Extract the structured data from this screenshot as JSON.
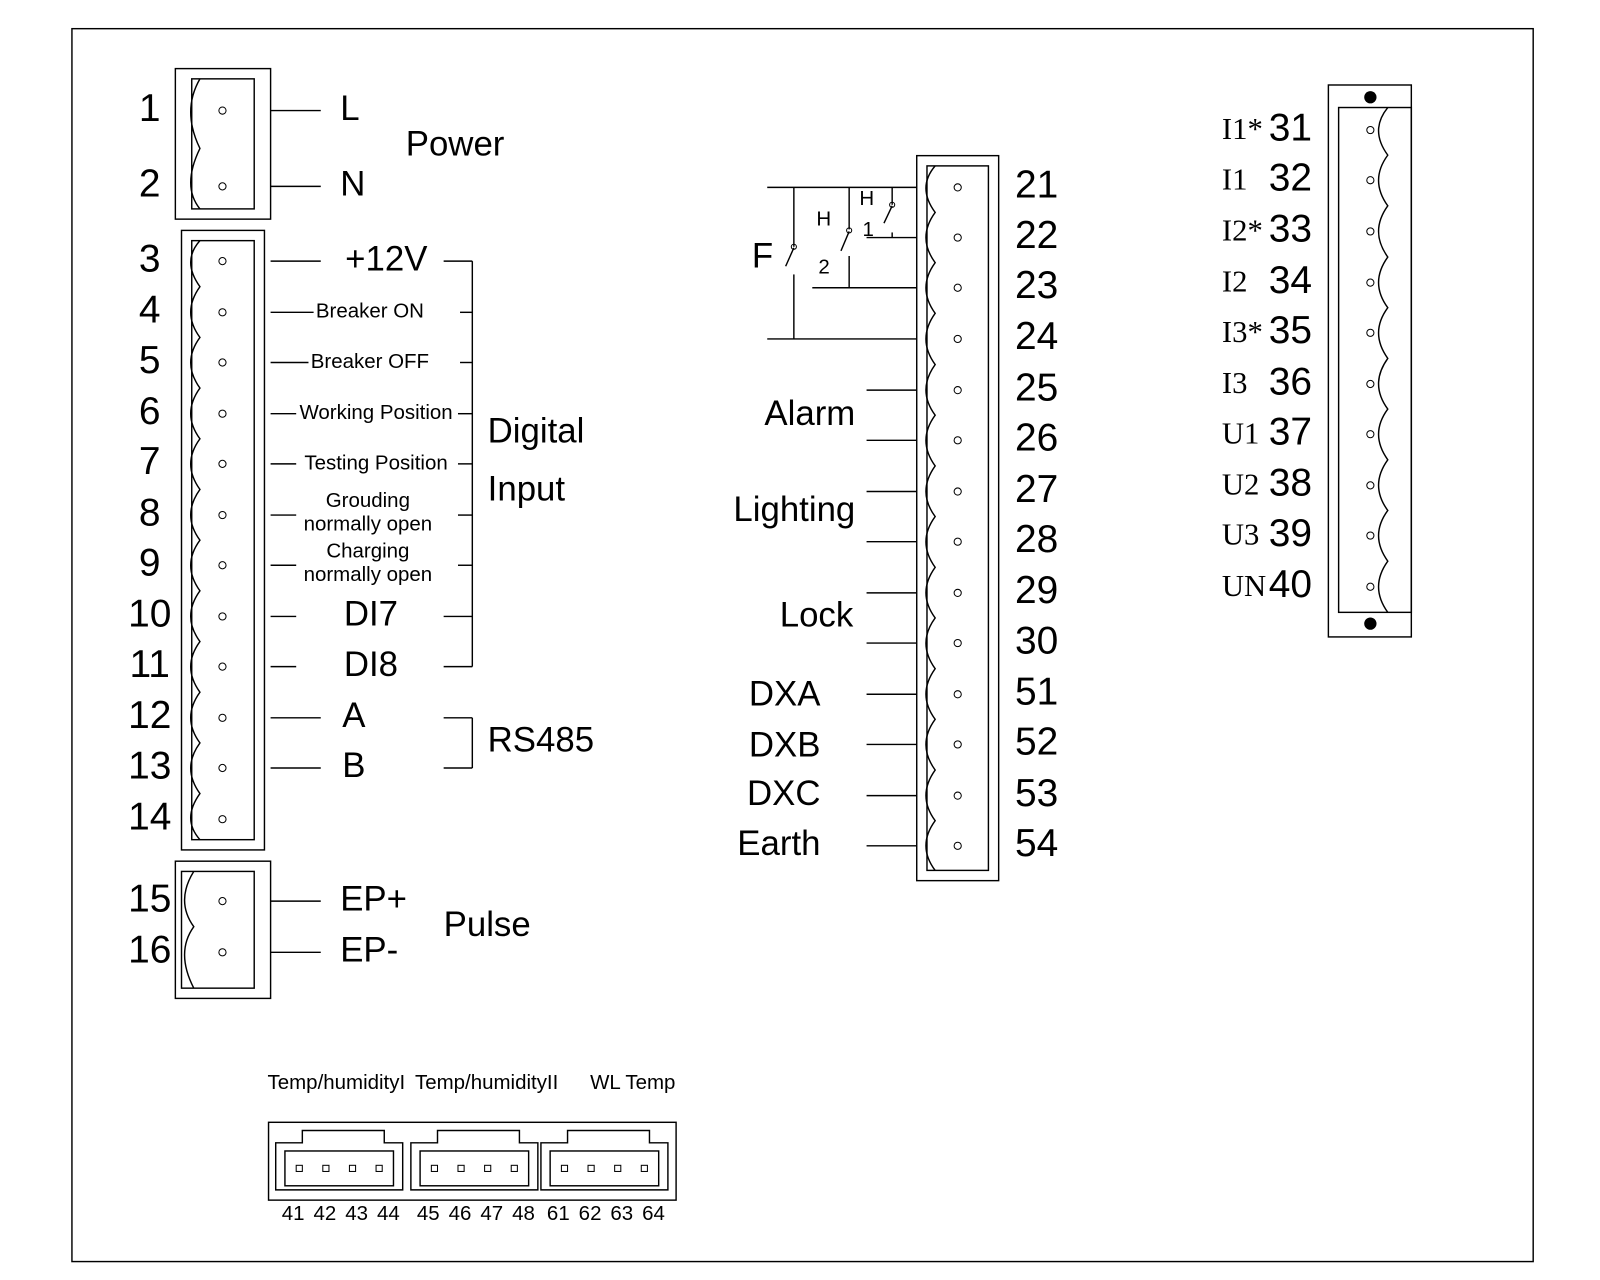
{
  "power_block": {
    "terminals": [
      "1",
      "2"
    ],
    "labels": [
      "L",
      "N"
    ],
    "group_label": "Power"
  },
  "digital_block": {
    "terminals": [
      "3",
      "4",
      "5",
      "6",
      "7",
      "8",
      "9",
      "10",
      "11",
      "12",
      "13",
      "14"
    ],
    "di_labels": [
      "+12V",
      "Breaker ON",
      "Breaker OFF",
      "Working Position",
      "Testing Position",
      "Grouding normally open",
      "Charging normally open",
      "DI7",
      "DI8"
    ],
    "group_label_1": "Digital",
    "group_label_2": "Input",
    "rs485_labels": [
      "A",
      "B"
    ],
    "rs485_group": "RS485"
  },
  "pulse_block": {
    "terminals": [
      "15",
      "16"
    ],
    "labels": [
      "EP+",
      "EP-"
    ],
    "group_label": "Pulse"
  },
  "middle_block": {
    "terminals": [
      "21",
      "22",
      "23",
      "24",
      "25",
      "26",
      "27",
      "28",
      "29",
      "30",
      "51",
      "52",
      "53",
      "54"
    ],
    "switch_labels": {
      "f": "F",
      "h2": "H",
      "h2_num": "2",
      "h1": "H",
      "h1_num": "1"
    },
    "labels": [
      "Alarm",
      "Lighting",
      "Lock",
      "DXA",
      "DXB",
      "DXC",
      "Earth"
    ]
  },
  "right_block": {
    "terminals": [
      "31",
      "32",
      "33",
      "34",
      "35",
      "36",
      "37",
      "38",
      "39",
      "40"
    ],
    "labels": [
      "I1*",
      "I1",
      "I2*",
      "I2",
      "I3*",
      "I3",
      "U1",
      "U2",
      "U3",
      "UN"
    ]
  },
  "sensor_block": {
    "labels": [
      "Temp/humidityI",
      "Temp/humidityII",
      "WL Temp"
    ],
    "pins": [
      "41",
      "42",
      "43",
      "44",
      "45",
      "46",
      "47",
      "48",
      "61",
      "62",
      "63",
      "64"
    ]
  }
}
